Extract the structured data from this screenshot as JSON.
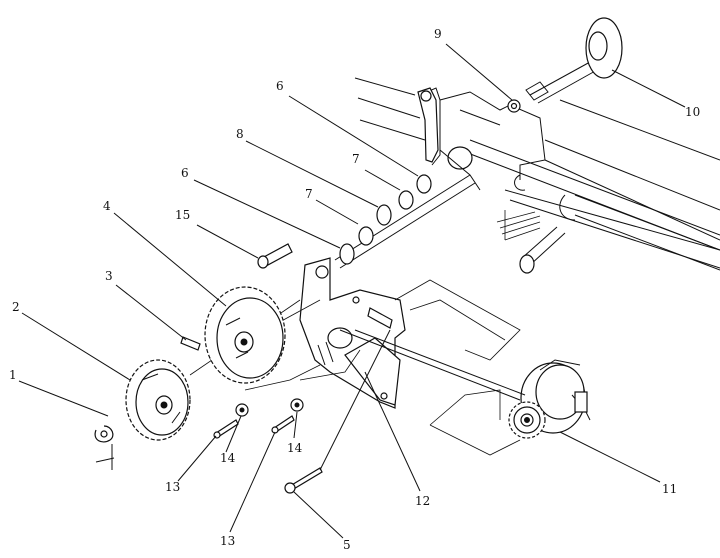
{
  "diagram": {
    "labels": [
      {
        "id": "1",
        "text": "1"
      },
      {
        "id": "2",
        "text": "2"
      },
      {
        "id": "3",
        "text": "3"
      },
      {
        "id": "4",
        "text": "4"
      },
      {
        "id": "15",
        "text": "15"
      },
      {
        "id": "6a",
        "text": "6"
      },
      {
        "id": "7a",
        "text": "7"
      },
      {
        "id": "8",
        "text": "8"
      },
      {
        "id": "6b",
        "text": "6"
      },
      {
        "id": "7b",
        "text": "7"
      },
      {
        "id": "9",
        "text": "9"
      },
      {
        "id": "10",
        "text": "10"
      },
      {
        "id": "11",
        "text": "11"
      },
      {
        "id": "12",
        "text": "12"
      },
      {
        "id": "13a",
        "text": "13"
      },
      {
        "id": "14a",
        "text": "14"
      },
      {
        "id": "14b",
        "text": "14"
      },
      {
        "id": "13b",
        "text": "13"
      },
      {
        "id": "5",
        "text": "5"
      }
    ]
  }
}
